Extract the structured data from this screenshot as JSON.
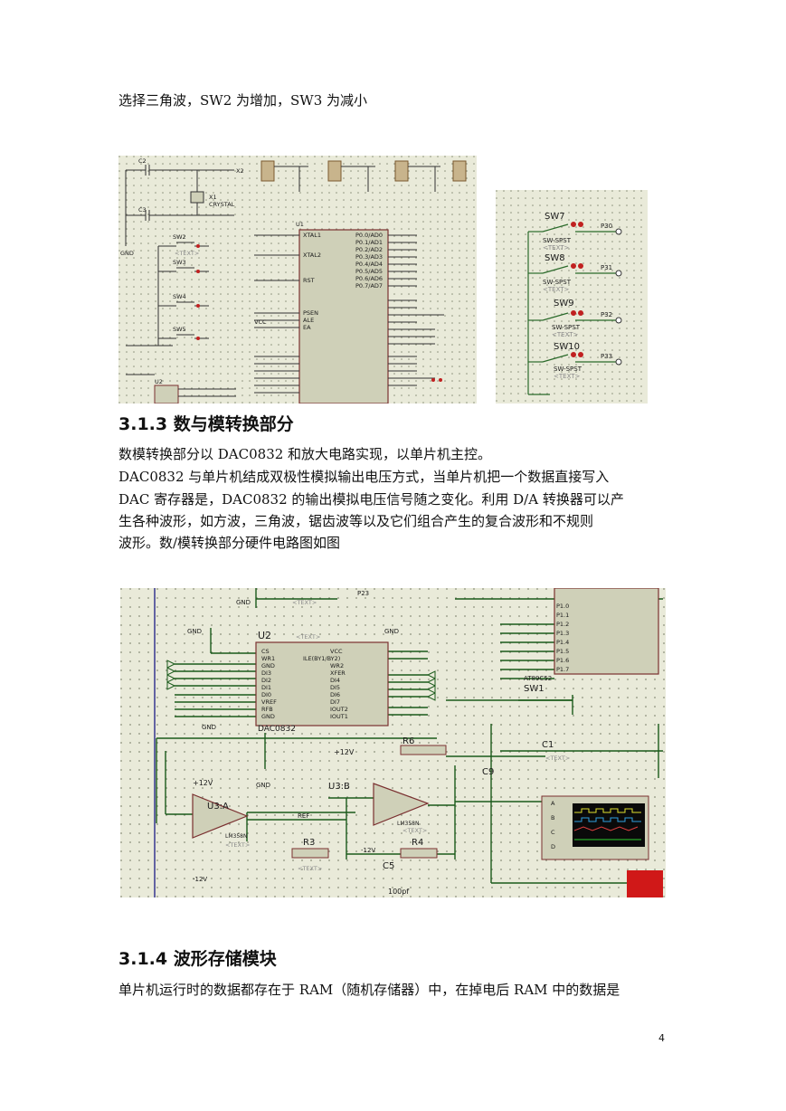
{
  "intro_line": "选择三角波，SW2 为增加，SW3 为减小",
  "section_313": {
    "heading": "3.1.3 数与模转换部分",
    "lines": [
      "数模转换部分以 DAC0832 和放大电路实现，以单片机主控。",
      "DAC0832 与单片机结成双极性模拟输出电压方式，当单片机把一个数据直接写入",
      "DAC 寄存器是，DAC0832 的输出模拟电压信号随之变化。利用 D/A 转换器可以产",
      "生各种波形，如方波，三角波，锯齿波等以及它们组合产生的复合波形和不规则",
      "波形。数/模转换部分硬件电路图如图"
    ]
  },
  "section_314": {
    "heading": "3.1.4 波形存储模块",
    "lines": [
      "单片机运行时的数据都存在于 RAM（随机存储器）中，在掉电后 RAM 中的数据是"
    ]
  },
  "page_number": "4",
  "fig1": {
    "c2": "C2",
    "c3": "C3",
    "x1": "X1",
    "crystal": "CRYSTAL",
    "x2": "X2",
    "u1": "U1",
    "u2": "U2",
    "sw": [
      "SW2",
      "SW3",
      "SW4",
      "SW5"
    ],
    "pins_right": [
      "P0.0/AD0",
      "P0.1/AD1",
      "P0.2/AD2",
      "P0.3/AD3",
      "P0.4/AD4",
      "P0.5/AD5",
      "P0.6/AD6",
      "P0.7/AD7"
    ],
    "pins_left": [
      "XTAL1",
      "XTAL2",
      "RST",
      "PSEN",
      "ALE",
      "EA"
    ],
    "gnd": "GND",
    "vcc": "VCC",
    "text": "<TEXT>"
  },
  "fig2": {
    "switches": [
      "SW7",
      "SW8",
      "SW9",
      "SW10"
    ],
    "ports": [
      "P30",
      "P31",
      "P32",
      "P33"
    ],
    "type": "SW-SPST",
    "text": "<TEXT>"
  },
  "fig3": {
    "u2": "U2",
    "dac": "DAC0832",
    "u3a": "U3:A",
    "u3b": "U3:B",
    "opamp": "LM358N",
    "r3": "R3",
    "r4": "R4",
    "r6": "R6",
    "c1": "C1",
    "c5": "C5",
    "c9": "C9",
    "c5v": "100pf",
    "sw1": "SW1",
    "gnd": "GND",
    "p12v": "+12V",
    "m12v": "-12V",
    "ref": "REF",
    "at": "AT89C52",
    "p23": "P23",
    "text": "<TEXT>",
    "dac_pins_l": [
      "CS",
      "WR1",
      "GND",
      "DI3",
      "DI2",
      "DI1",
      "DI0",
      "VREF",
      "RFB",
      "GND"
    ],
    "dac_pins_r": [
      "VCC",
      "ILE(BY1/BY2)",
      "WR2",
      "XFER",
      "DI4",
      "DI5",
      "DI6",
      "DI7",
      "IOUT2",
      "IOUT1"
    ],
    "p1": [
      "P1.0",
      "P1.1",
      "P1.2",
      "P1.3",
      "P1.4",
      "P1.5",
      "P1.6",
      "P1.7"
    ],
    "osc_channels": [
      "A",
      "B",
      "C",
      "D"
    ]
  }
}
